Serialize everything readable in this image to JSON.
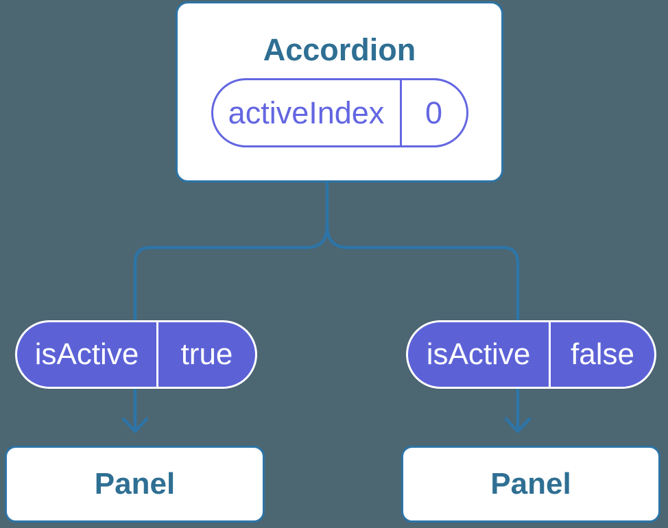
{
  "diagram": {
    "description": "Component tree diagram: Accordion root with state passing isActive props to two Panel children",
    "root": {
      "title": "Accordion",
      "state": {
        "name": "activeIndex",
        "value": "0"
      }
    },
    "children": [
      {
        "prop": {
          "name": "isActive",
          "value": "true"
        },
        "label": "Panel"
      },
      {
        "prop": {
          "name": "isActive",
          "value": "false"
        },
        "label": "Panel"
      }
    ],
    "colors": {
      "background": "#4c6672",
      "connector": "#2d75a8",
      "card_border": "#2c74a6",
      "card_text": "#2f6f93",
      "pill_outline": "#6366e1",
      "pill_fill": "#5c62d6",
      "pill_text_light": "#ffffff",
      "card_fill": "#ffffff"
    }
  }
}
